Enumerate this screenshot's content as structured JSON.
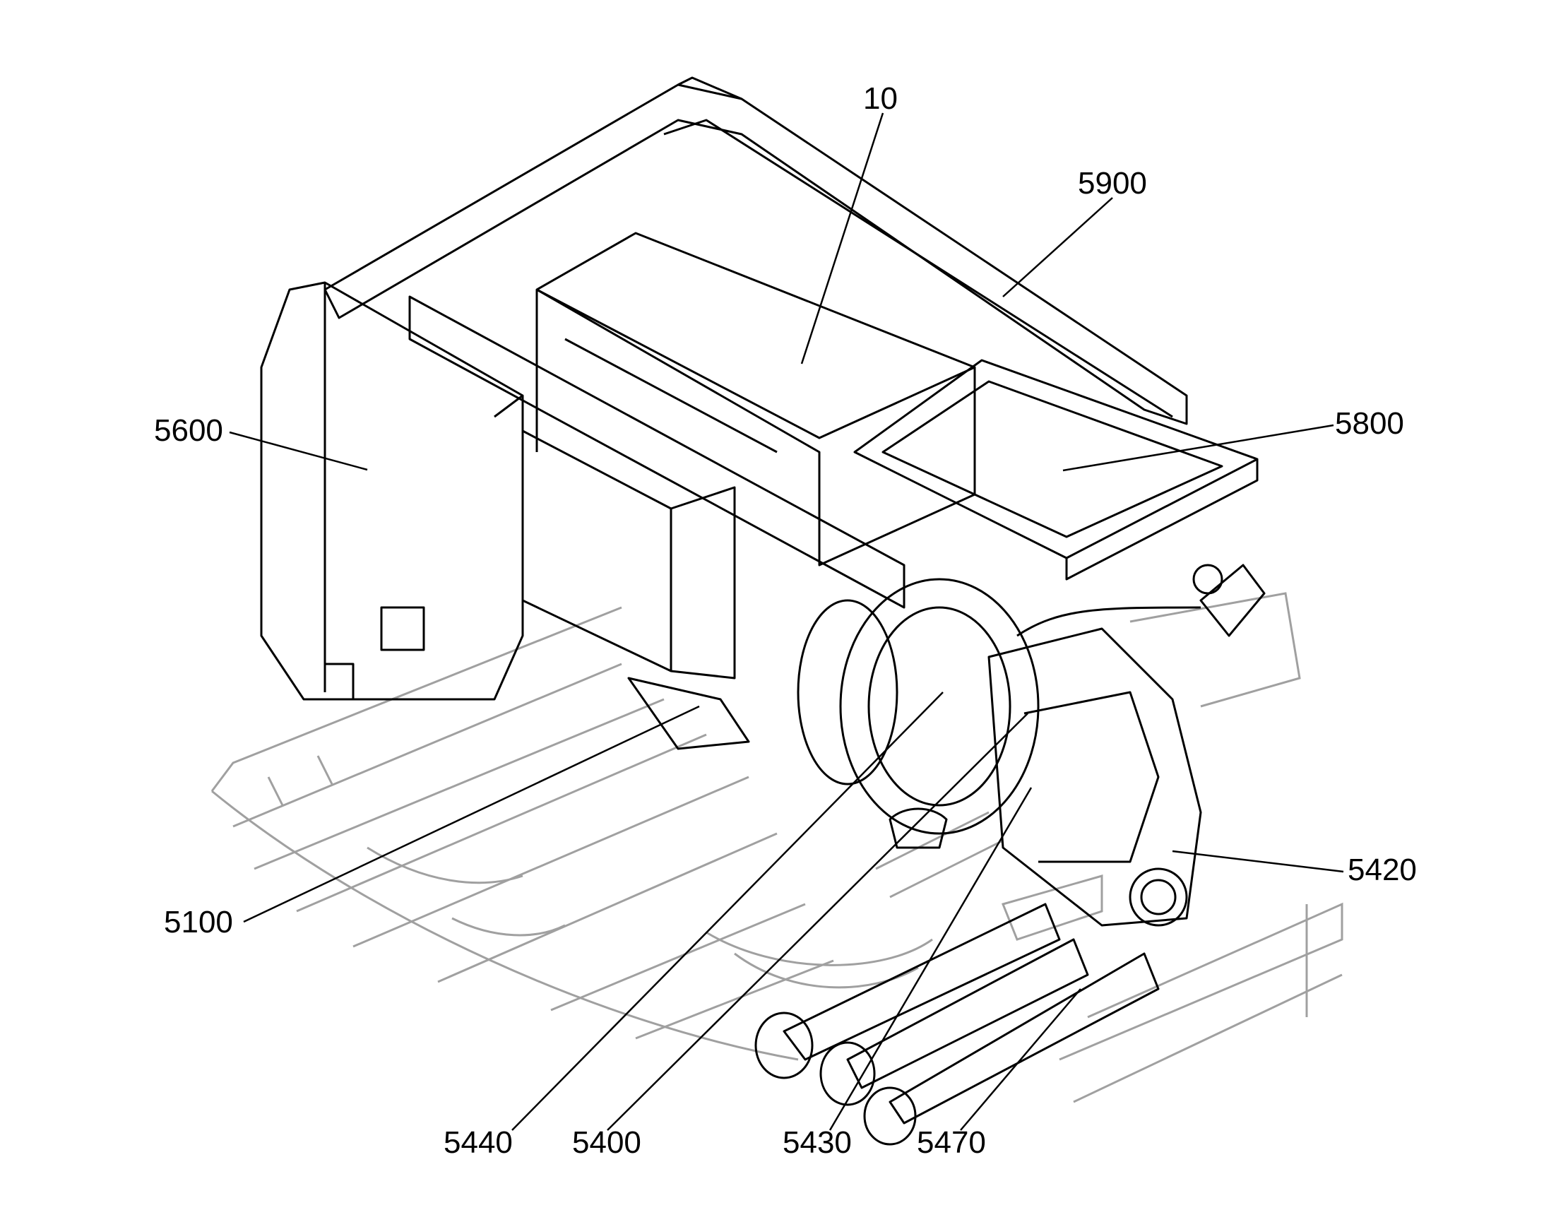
{
  "callouts": [
    {
      "id": "c10",
      "text": "10"
    },
    {
      "id": "c5900",
      "text": "5900"
    },
    {
      "id": "c5600",
      "text": "5600"
    },
    {
      "id": "c5800",
      "text": "5800"
    },
    {
      "id": "c5420",
      "text": "5420"
    },
    {
      "id": "c5100",
      "text": "5100"
    },
    {
      "id": "c5440",
      "text": "5440"
    },
    {
      "id": "c5400",
      "text": "5400"
    },
    {
      "id": "c5430",
      "text": "5430"
    },
    {
      "id": "c5470",
      "text": "5470"
    }
  ],
  "colors": {
    "ink": "#000000",
    "ghost": "#9a9a9a",
    "paper": "#ffffff"
  }
}
